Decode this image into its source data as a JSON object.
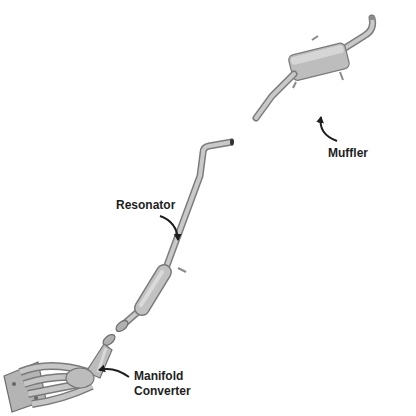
{
  "diagram": {
    "labels": [
      "Muffler",
      "Resonator",
      "Manifold Converter"
    ]
  }
}
